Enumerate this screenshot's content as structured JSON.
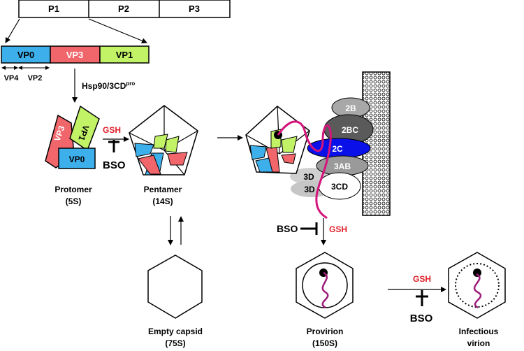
{
  "polyprotein": {
    "p1": "P1",
    "p2": "P2",
    "p3": "P3"
  },
  "capsid_precursor": {
    "vp0": "VP0",
    "vp3": "VP3",
    "vp1": "VP1",
    "vp4": "VP4",
    "vp2": "VP2",
    "enzyme_base": "Hsp90/3CD",
    "enzyme_sup": "pro"
  },
  "protomer": {
    "vp3": "VP3",
    "vp1": "VP1",
    "vp0": "VP0",
    "name": "Protomer",
    "sed": "(5S)"
  },
  "step1": {
    "gsh": "GSH",
    "bso": "BSO"
  },
  "pentamer": {
    "name": "Pentamer",
    "sed": "(14S)"
  },
  "empty_capsid": {
    "name": "Empty capsid",
    "sed": "(75S)"
  },
  "replication": {
    "b2": "2B",
    "bc": "2BC",
    "c2": "2C",
    "ab3": "3AB",
    "d3a": "3D",
    "d3b": "3D",
    "cd3": "3CD"
  },
  "step2": {
    "bso": "BSO",
    "gsh": "GSH"
  },
  "provirion": {
    "name": "Provirion",
    "sed": "(150S)"
  },
  "step3": {
    "gsh": "GSH",
    "bso": "BSO"
  },
  "virion": {
    "line1": "Infectious",
    "line2": "virion"
  },
  "colors": {
    "vp0": "#3db0ec",
    "vp3": "#f0666a",
    "vp1": "#c2f266",
    "red_text": "#e0202a",
    "magenta": "#d4147c",
    "c2_blue": "#0a10e8",
    "bc_dark": "#5a5a5a",
    "b2_gray": "#a8a8a8",
    "ab3_gray": "#9a9a9a"
  }
}
